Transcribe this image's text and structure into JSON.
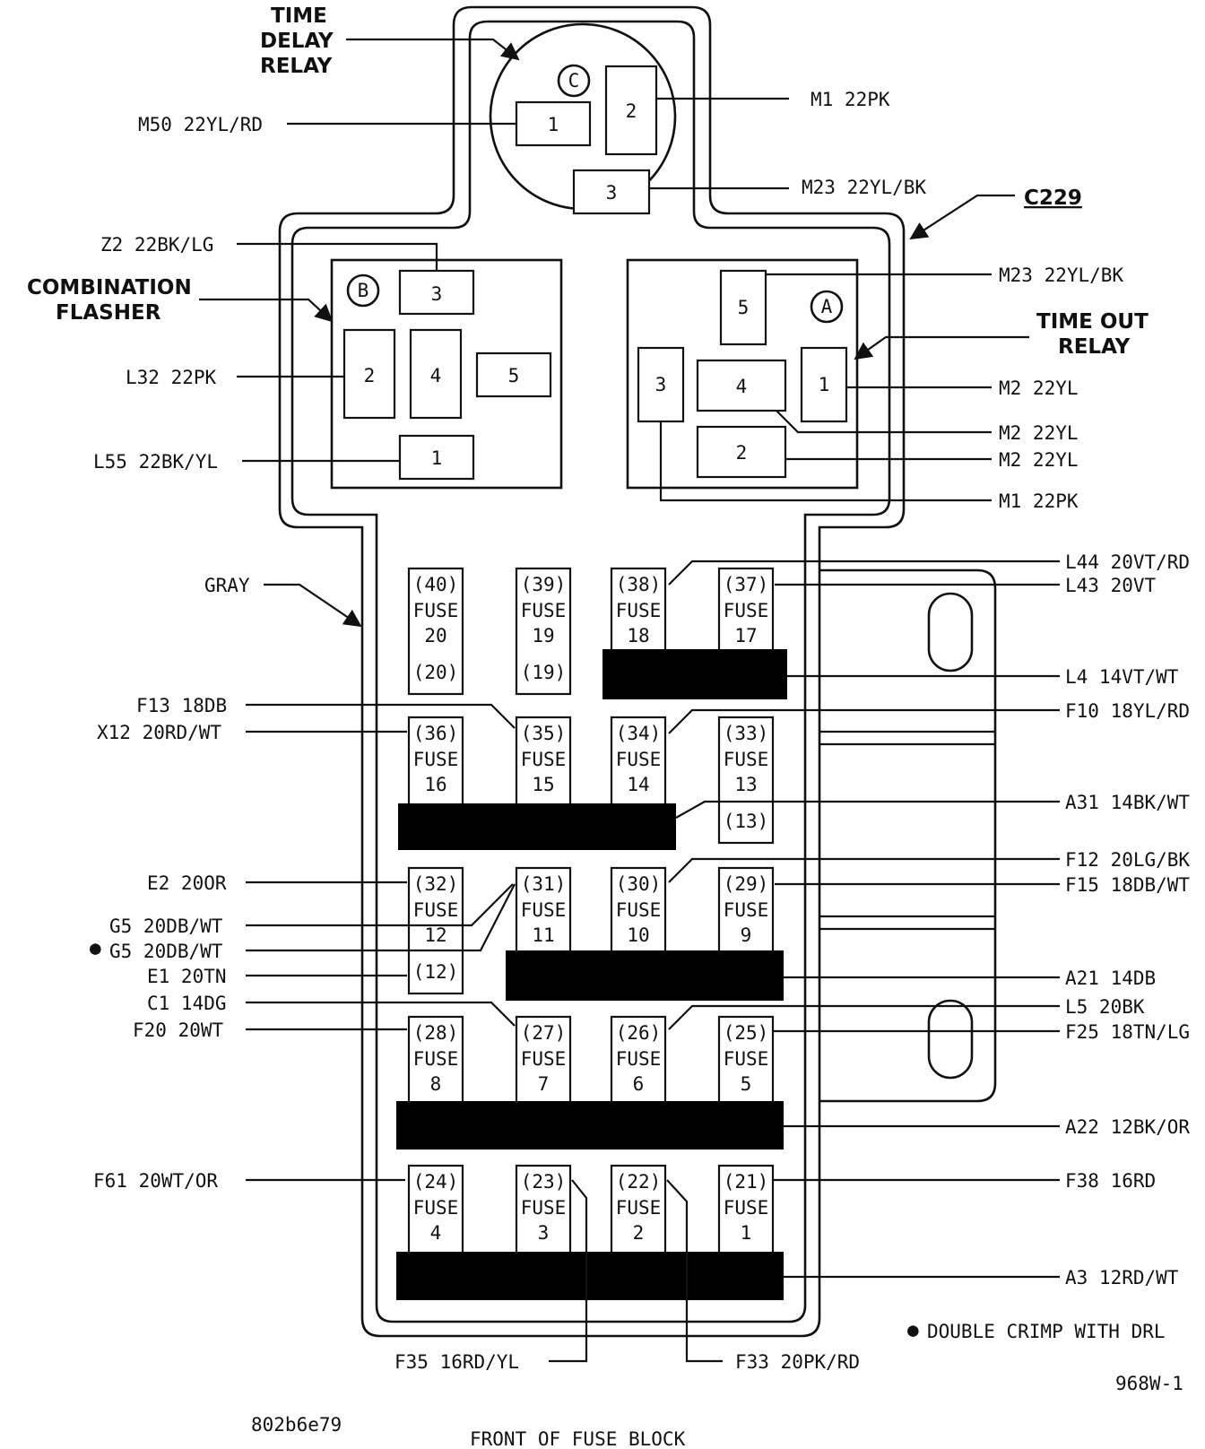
{
  "callouts": {
    "time_delay_relay": [
      "TIME",
      "DELAY",
      "RELAY"
    ],
    "combination_flasher": [
      "COMBINATION",
      "FLASHER"
    ],
    "time_out_relay": [
      "TIME OUT",
      "RELAY"
    ],
    "connector": "C229",
    "housing_color": "GRAY"
  },
  "relay_c": {
    "letter": "C",
    "cavities": [
      "1",
      "2",
      "3"
    ],
    "wires": {
      "m50": "M50 22YL/RD",
      "m1": "M1 22PK",
      "m23": "M23 22YL/BK"
    }
  },
  "relay_b": {
    "letter": "B",
    "cavities": [
      "1",
      "2",
      "3",
      "4",
      "5"
    ],
    "wires": {
      "z2": "Z2 22BK/LG",
      "l32": "L32 22PK",
      "l55": "L55 22BK/YL"
    }
  },
  "relay_a": {
    "letter": "A",
    "cavities": [
      "1",
      "2",
      "3",
      "4",
      "5"
    ],
    "wires": {
      "m23": "M23 22YL/BK",
      "m2_a": "M2 22YL",
      "m2_b": "M2 22YL",
      "m2_c": "M2 22YL",
      "m1": "M1 22PK"
    }
  },
  "fuses": {
    "word": "FUSE",
    "items": [
      {
        "cavity": "(40)",
        "number": "20",
        "bottom": "(20)"
      },
      {
        "cavity": "(39)",
        "number": "19",
        "bottom": "(19)"
      },
      {
        "cavity": "(38)",
        "number": "18"
      },
      {
        "cavity": "(37)",
        "number": "17"
      },
      {
        "cavity": "(36)",
        "number": "16"
      },
      {
        "cavity": "(35)",
        "number": "15"
      },
      {
        "cavity": "(34)",
        "number": "14"
      },
      {
        "cavity": "(33)",
        "number": "13",
        "bottom": "(13)"
      },
      {
        "cavity": "(32)",
        "number": "12",
        "bottom": "(12)"
      },
      {
        "cavity": "(31)",
        "number": "11"
      },
      {
        "cavity": "(30)",
        "number": "10"
      },
      {
        "cavity": "(29)",
        "number": "9"
      },
      {
        "cavity": "(28)",
        "number": "8"
      },
      {
        "cavity": "(27)",
        "number": "7"
      },
      {
        "cavity": "(26)",
        "number": "6"
      },
      {
        "cavity": "(25)",
        "number": "5"
      },
      {
        "cavity": "(24)",
        "number": "4"
      },
      {
        "cavity": "(23)",
        "number": "3"
      },
      {
        "cavity": "(22)",
        "number": "2"
      },
      {
        "cavity": "(21)",
        "number": "1"
      }
    ]
  },
  "left_wires": {
    "f13": "F13 18DB",
    "x12": "X12 20RD/WT",
    "e2": "E2 20OR",
    "g5_a": "G5 20DB/WT",
    "g5_b": "G5 20DB/WT",
    "e1": "E1 20TN",
    "c1": "C1 14DG",
    "f20": "F20 20WT",
    "f61": "F61 20WT/OR"
  },
  "right_wires": {
    "l44": "L44 20VT/RD",
    "l43": "L43 20VT",
    "l4": "L4 14VT/WT",
    "f10": "F10 18YL/RD",
    "a31": "A31 14BK/WT",
    "f12": "F12 20LG/BK",
    "f15": "F15 18DB/WT",
    "a21": "A21 14DB",
    "l5": "L5 20BK",
    "f25": "F25 18TN/LG",
    "a22": "A22 12BK/OR",
    "f38": "F38 16RD",
    "a3": "A3 12RD/WT"
  },
  "bottom_wires": {
    "f35": "F35 16RD/YL",
    "f33": "F33 20PK/RD"
  },
  "footer": {
    "bullet": "●",
    "note": "DOUBLE CRIMP WITH DRL",
    "figure_id": "968W-1",
    "image_id": "802b6e79",
    "caption": "FRONT OF FUSE BLOCK"
  }
}
